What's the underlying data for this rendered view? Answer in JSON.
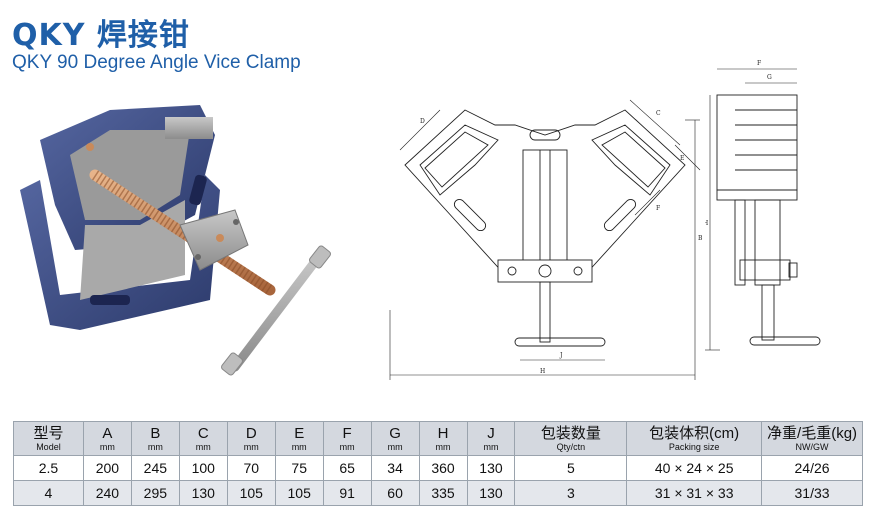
{
  "header": {
    "title_cn": "QKY 焊接钳",
    "title_en": "QKY 90 Degree Angle Vice Clamp"
  },
  "drawing": {
    "front_labels": [
      "D",
      "C",
      "E",
      "F",
      "B",
      "J",
      "H"
    ],
    "side_labels": [
      "F",
      "G",
      "H"
    ]
  },
  "table": {
    "columns": [
      {
        "main": "型号",
        "sub": "Model"
      },
      {
        "main": "A",
        "sub": "mm"
      },
      {
        "main": "B",
        "sub": "mm"
      },
      {
        "main": "C",
        "sub": "mm"
      },
      {
        "main": "D",
        "sub": "mm"
      },
      {
        "main": "E",
        "sub": "mm"
      },
      {
        "main": "F",
        "sub": "mm"
      },
      {
        "main": "G",
        "sub": "mm"
      },
      {
        "main": "H",
        "sub": "mm"
      },
      {
        "main": "J",
        "sub": "mm"
      },
      {
        "main": "包装数量",
        "sub": "Qty/ctn"
      },
      {
        "main": "包装体积(cm)",
        "sub": "Packing size"
      },
      {
        "main": "净重/毛重(kg)",
        "sub": "NW/GW"
      }
    ],
    "rows": [
      [
        "2.5",
        "200",
        "245",
        "100",
        "70",
        "75",
        "65",
        "34",
        "360",
        "130",
        "5",
        "40 × 24 × 25",
        "24/26"
      ],
      [
        "4",
        "240",
        "295",
        "130",
        "105",
        "105",
        "91",
        "60",
        "335",
        "130",
        "3",
        "31 × 31 × 33",
        "31/33"
      ]
    ]
  },
  "colors": {
    "title_blue": "#1f5fa8",
    "clamp_body": "#3d4f86",
    "copper_screw": "#c98a5a",
    "header_bg": "#d4d8df"
  }
}
